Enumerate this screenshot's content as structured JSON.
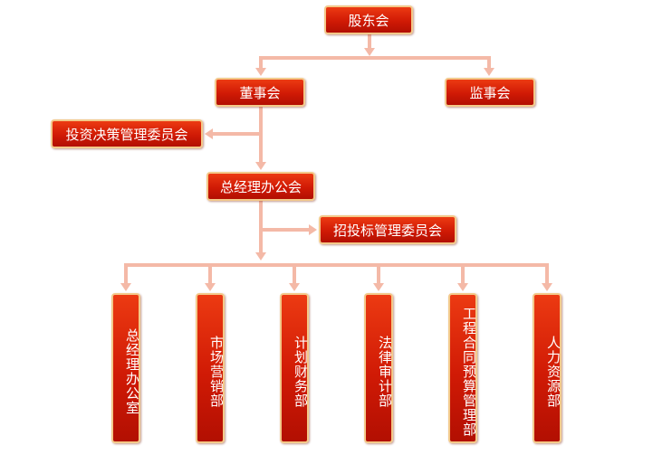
{
  "colors": {
    "box_fill": "#d81e06",
    "box_border": "#f3c98a",
    "connector": "#f4b9a7",
    "text": "#ffffff"
  },
  "nodes": {
    "shareholders_meeting": "股东会",
    "board_of_directors": "董事会",
    "board_of_supervisors": "监事会",
    "investment_committee": "投资决策管理委员会",
    "general_manager_office": "总经理办公会",
    "bidding_committee": "招投标管理委员会"
  },
  "departments": [
    "总经理办公室",
    "市场营销部",
    "计划财务部",
    "法律审计部",
    "工程合同预算管理部",
    "人力资源部"
  ]
}
